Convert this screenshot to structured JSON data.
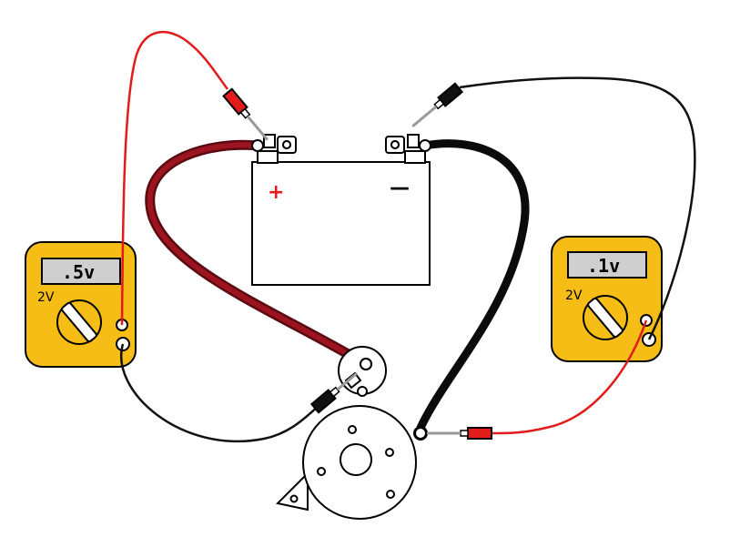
{
  "battery": {
    "positive_symbol": "+",
    "negative_symbol": "—"
  },
  "meter_left": {
    "reading": ".5v",
    "range": "2V"
  },
  "meter_right": {
    "reading": ".1v",
    "range": "2V"
  },
  "colors": {
    "positive_cable": "#8a0f1a",
    "negative_cable": "#0b0b0b",
    "red_lead": "#e21b1b",
    "black_lead": "#111111",
    "meter_body": "#f6bd16",
    "meter_display": "#cfcfcf"
  }
}
